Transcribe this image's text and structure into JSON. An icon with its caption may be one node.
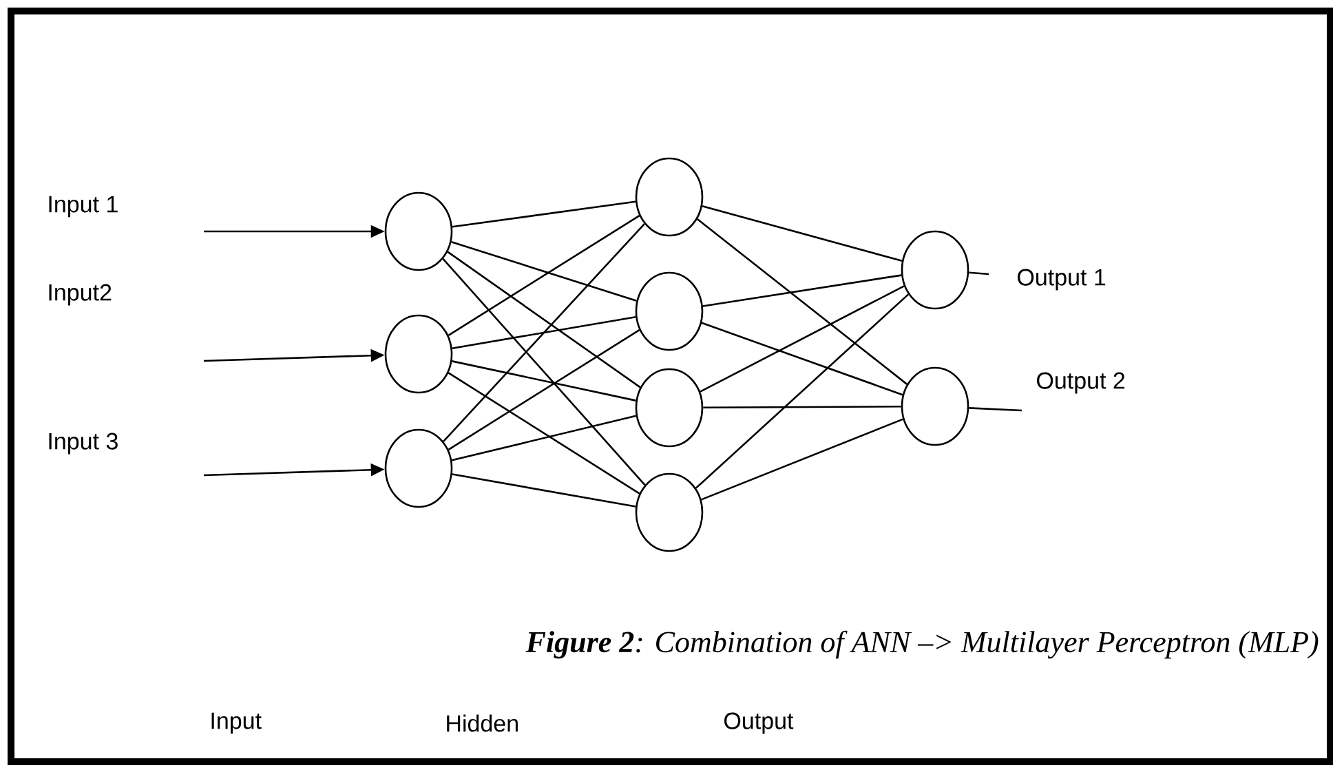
{
  "diagram": {
    "caption": "**Figure 2**: Combination of ANN –> Multilayer Perceptron (MLP)",
    "nodes": [
      {
        "text": [],
        "shape": "circle"
      },
      {
        "text": [],
        "shape": "circle"
      },
      {
        "text": [],
        "shape": "circle"
      },
      {
        "text": [],
        "shape": "circle"
      },
      {
        "text": [],
        "shape": "circle"
      },
      {
        "text": [],
        "shape": "circle"
      },
      {
        "text": [],
        "shape": "circle"
      },
      {
        "text": [],
        "shape": "circle"
      },
      {
        "text": [],
        "shape": "circle"
      }
    ],
    "edges": [
      {
        "from": null,
        "to": 0,
        "arrow": "to"
      },
      {
        "from": null,
        "to": 1,
        "arrow": "to"
      },
      {
        "from": null,
        "to": 2,
        "arrow": "to"
      },
      {
        "from": 0,
        "to": 3,
        "arrow": "none"
      },
      {
        "from": 0,
        "to": 4,
        "arrow": "none"
      },
      {
        "from": 0,
        "to": 5,
        "arrow": "none"
      },
      {
        "from": 0,
        "to": 6,
        "arrow": "none"
      },
      {
        "from": 1,
        "to": 3,
        "arrow": "none"
      },
      {
        "from": 1,
        "to": 4,
        "arrow": "none"
      },
      {
        "from": 1,
        "to": 5,
        "arrow": "none"
      },
      {
        "from": 1,
        "to": 6,
        "arrow": "none"
      },
      {
        "from": 2,
        "to": 3,
        "arrow": "none"
      },
      {
        "from": 2,
        "to": 4,
        "arrow": "none"
      },
      {
        "from": 2,
        "to": 5,
        "arrow": "none"
      },
      {
        "from": 2,
        "to": 6,
        "arrow": "none"
      },
      {
        "from": 3,
        "to": 7,
        "arrow": "none"
      },
      {
        "from": 3,
        "to": 8,
        "arrow": "none"
      },
      {
        "from": 4,
        "to": 7,
        "arrow": "none"
      },
      {
        "from": 4,
        "to": 8,
        "arrow": "none"
      },
      {
        "from": 5,
        "to": 7,
        "arrow": "none"
      },
      {
        "from": 5,
        "to": 8,
        "arrow": "none"
      },
      {
        "from": 6,
        "to": 7,
        "arrow": "none"
      },
      {
        "from": 6,
        "to": 8,
        "arrow": "none"
      },
      {
        "from": 7,
        "to": null,
        "arrow": "none"
      },
      {
        "from": 8,
        "to": null,
        "arrow": "none"
      }
    ],
    "labels": [
      "Input 1",
      "Input2",
      "Input 3",
      "Output 1",
      "Output 2",
      "Input",
      "Hidden",
      "Output"
    ]
  }
}
